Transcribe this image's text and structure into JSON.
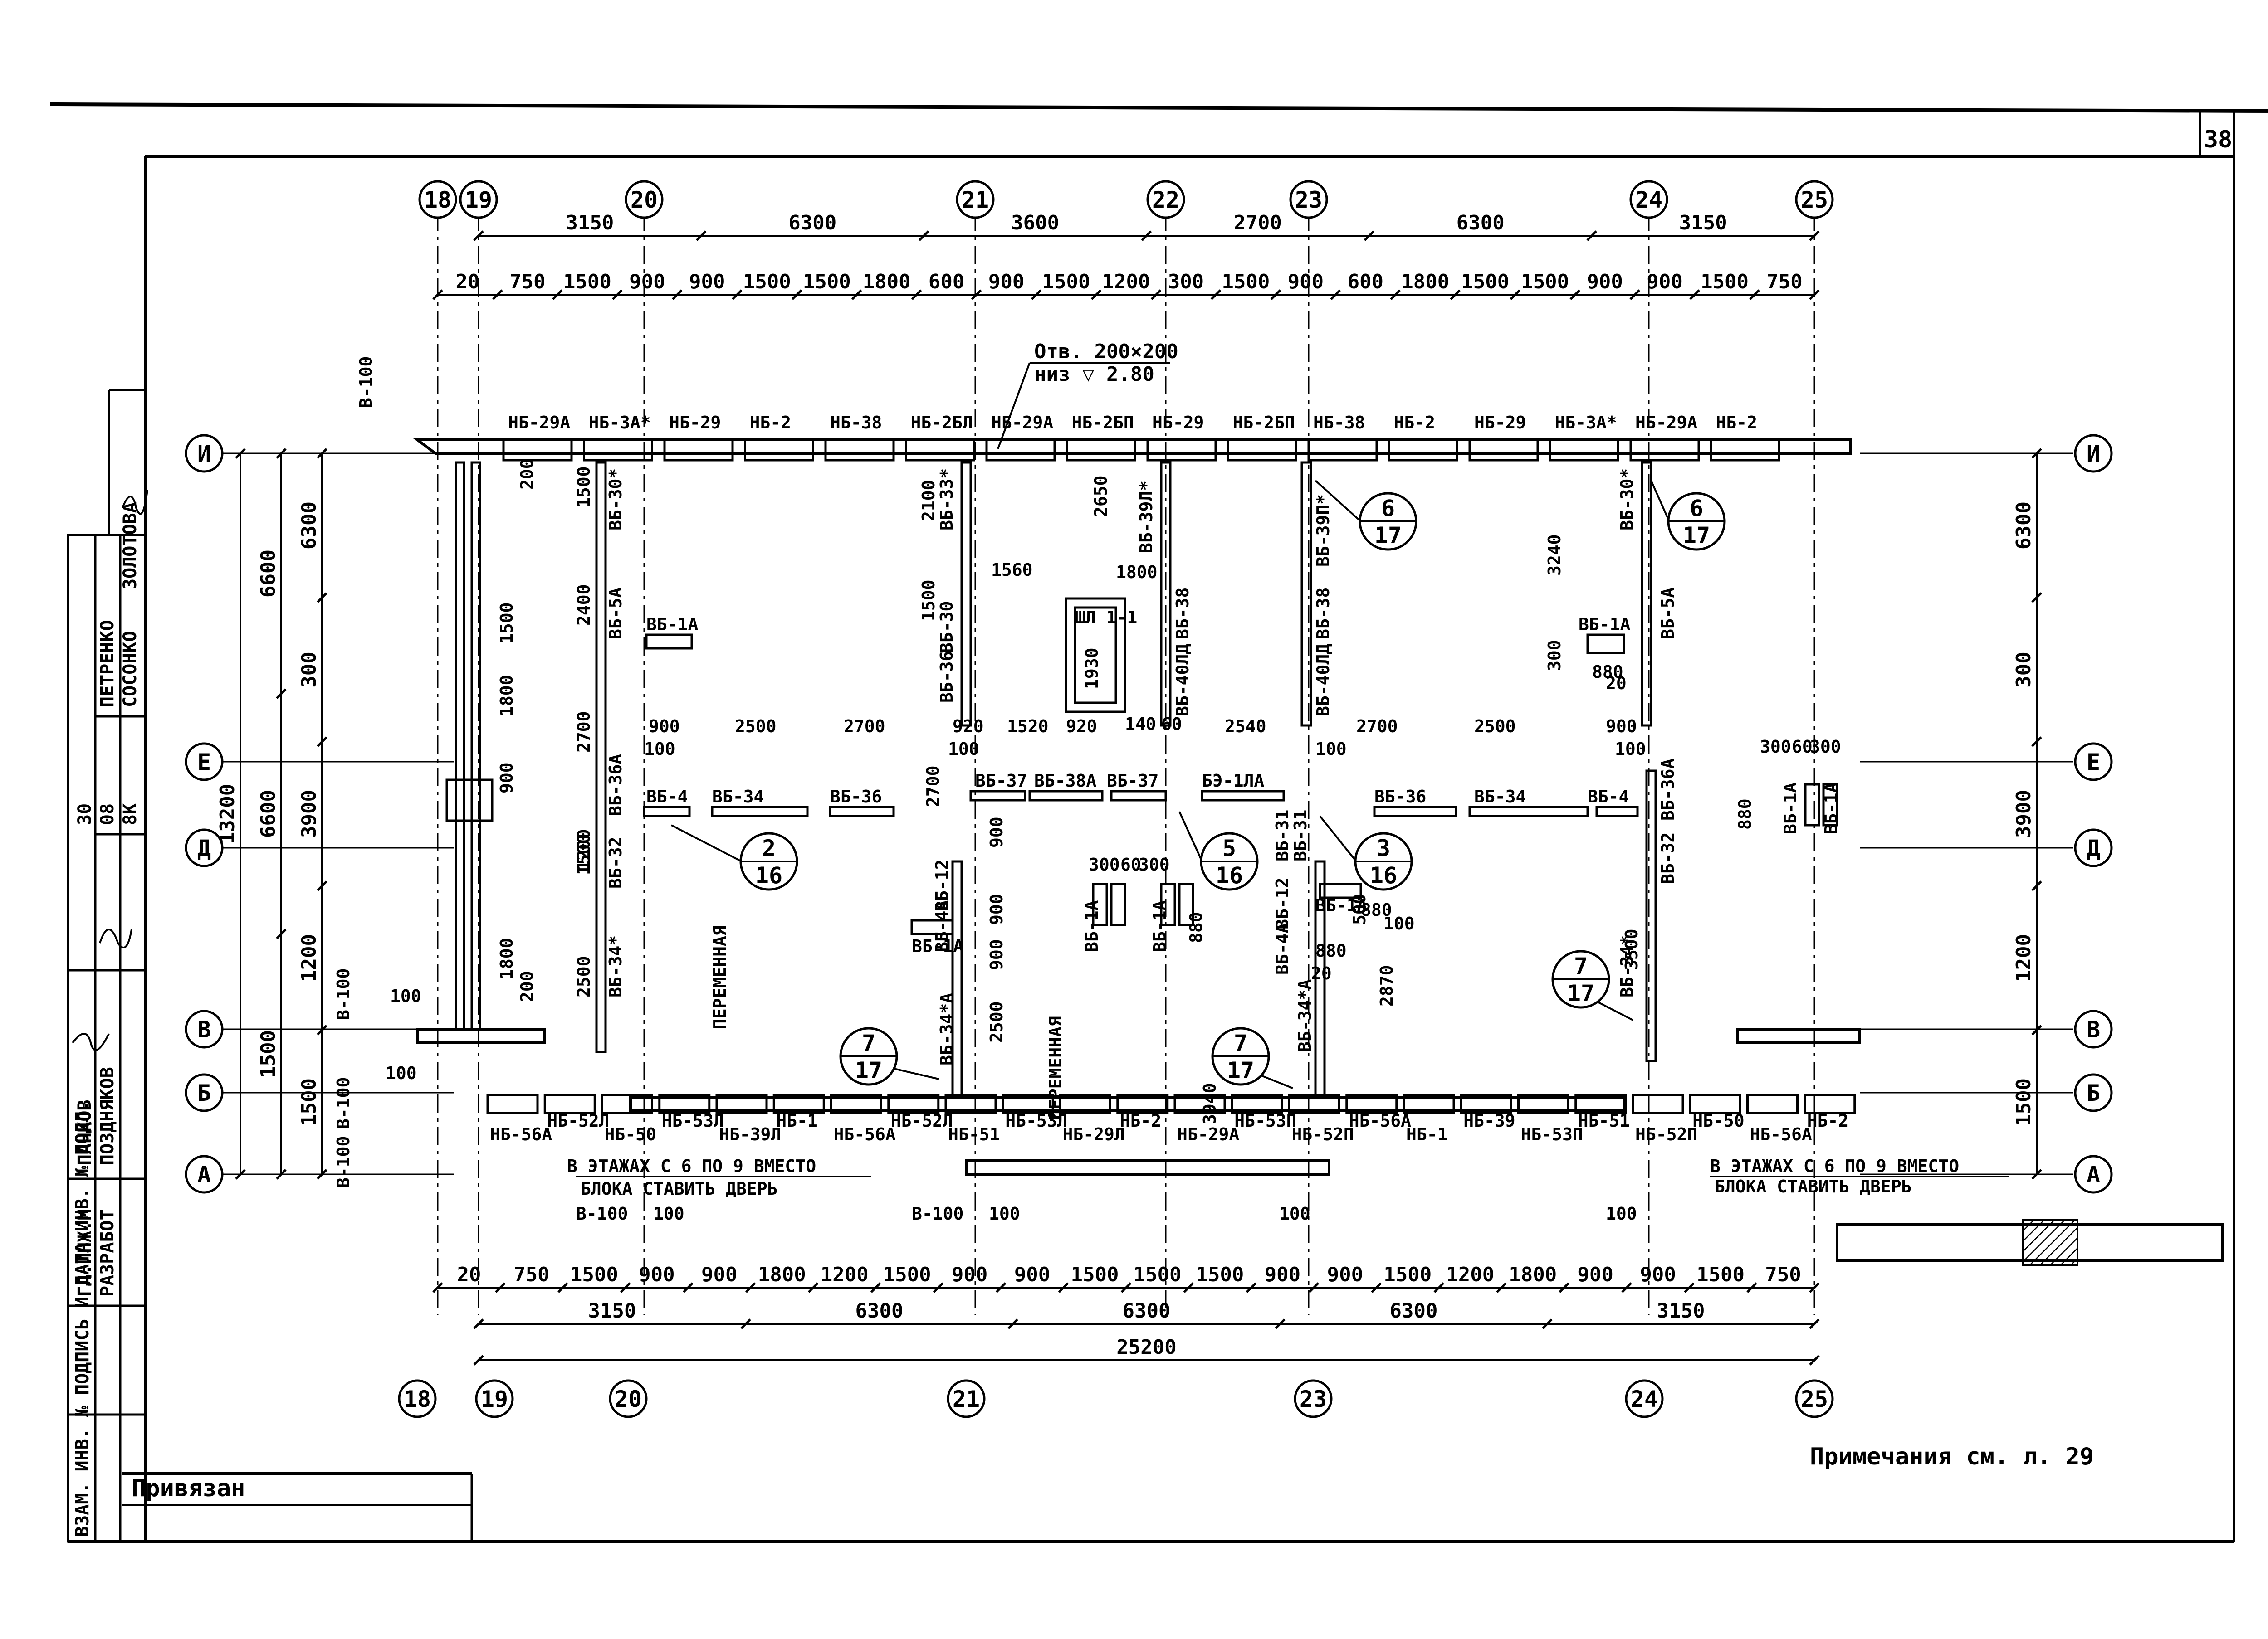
{
  "sheet_number": "38",
  "column_axes": [
    "18",
    "19",
    "20",
    "21",
    "22",
    "23",
    "24",
    "25"
  ],
  "bottom_axes": [
    "18",
    "19",
    "20",
    "21",
    "23",
    "24",
    "25"
  ],
  "row_axes": [
    "И",
    "Е",
    "Д",
    "В",
    "Б",
    "А"
  ],
  "dims": {
    "top_spans": [
      "3150",
      "6300",
      "3600",
      "2700",
      "6300",
      "3150"
    ],
    "top_pieces": [
      "20",
      "750",
      "1500",
      "900",
      "900",
      "1500",
      "1500",
      "1800",
      "600",
      "900",
      "1500",
      "1200",
      "300",
      "1500",
      "900",
      "600",
      "1800",
      "1500",
      "1500",
      "900",
      "900",
      "1500",
      "750"
    ],
    "bottom_pieces": [
      "20",
      "750",
      "1500",
      "900",
      "900",
      "1800",
      "1200",
      "1500",
      "900",
      "900",
      "1500",
      "1500",
      "1500",
      "900",
      "900",
      "1500",
      "1200",
      "1800",
      "900",
      "900",
      "1500",
      "750"
    ],
    "bottom_spans": [
      "3150",
      "6300",
      "6300",
      "6300",
      "3150"
    ],
    "total": "25200",
    "left_outer": [
      "13200"
    ],
    "left_mid": [
      "6600",
      "6600",
      "1500"
    ],
    "left_inner": [
      "6300",
      "300",
      "3900",
      "1200",
      "1500"
    ],
    "right_dims": [
      "6300",
      "300",
      "3900",
      "1200",
      "1500"
    ],
    "b100": [
      "В-100",
      "В-100",
      "В-100",
      "В-100",
      "В-100",
      "В-100"
    ],
    "misc": [
      "100",
      "100",
      "100",
      "100",
      "100",
      "100"
    ]
  },
  "opening": {
    "line1": "Отв. 200×200",
    "line2": "низ ▽ 2.80"
  },
  "top_panels": [
    "НБ-29А",
    "НБ-3А*",
    "НБ-29",
    "НБ-2",
    "НБ-38",
    "НБ-2БЛ",
    "НБ-29А",
    "НБ-2БП",
    "НБ-29",
    "НБ-2БП",
    "НБ-38",
    "НБ-2",
    "НБ-29",
    "НБ-3А*",
    "НБ-29А",
    "НБ-2"
  ],
  "inner_panels": [
    "ВБ-30*",
    "ВБ-5А",
    "ВБ-36А",
    "ВБ-32",
    "ВБ-34*",
    "ВБ-33*",
    "ВБ-30",
    "ВБ-36",
    "ВБ-39Л*",
    "ВБ-38",
    "ВБ-40ЛД",
    "ВБ-39П*",
    "ВБ-38",
    "ВБ-40ЛД",
    "ВБ-30*",
    "ВБ-5А",
    "ВБ-36А",
    "ВБ-32",
    "ВБ-34*",
    "ВБ-4",
    "ВБ-34",
    "ВБ-36",
    "ВБ-37",
    "ВБ-38А",
    "ВБ-37",
    "БЭ-1ЛА",
    "ВБ-36",
    "ВБ-34",
    "ВБ-4",
    "ВБ-12",
    "ВБ-4А",
    "ВБ-34*А",
    "ВБ-31",
    "ВБ-12",
    "ВБ-4А",
    "ВБ-34*А",
    "ВБ-31",
    "ВБ-1А",
    "ВБ-1А",
    "ВБ-1А",
    "ВБ-1А",
    "ВБ-1А",
    "ВБ-1А",
    "ВБ-1А",
    "ВБ-1А",
    "ШЛ 1-1"
  ],
  "bottom_panels": [
    "НБ-56А",
    "НБ-52Л",
    "НБ-50",
    "НБ-53Л",
    "НБ-39Л",
    "НБ-1",
    "НБ-56А",
    "НБ-52Л",
    "НБ-51",
    "НБ-53Л",
    "НБ-29Л",
    "НБ-2",
    "НБ-29А",
    "НБ-53П",
    "НБ-52П",
    "НБ-56А",
    "НБ-1",
    "НБ-39",
    "НБ-53П",
    "НБ-51",
    "НБ-52П",
    "НБ-50",
    "НБ-56А",
    "НБ-2"
  ],
  "inner_dims": [
    "1500",
    "2400",
    "1500",
    "1800",
    "900",
    "1500",
    "1800",
    "200",
    "200",
    "2700",
    "1200",
    "2500",
    "2100",
    "1500",
    "1560",
    "2650",
    "1800",
    "1930",
    "140",
    "60",
    "3240",
    "300",
    "880",
    "20",
    "900",
    "2500",
    "2700",
    "920",
    "1520",
    "920",
    "2540",
    "2700",
    "2500",
    "900",
    "100",
    "100",
    "100",
    "100",
    "2700",
    "900",
    "900",
    "900",
    "2500",
    "3940",
    "300",
    "60",
    "300",
    "880",
    "300",
    "60",
    "300",
    "880",
    "2870",
    "20",
    "880",
    "3500",
    "880",
    "500",
    "100"
  ],
  "variable": [
    "ПЕРЕМЕННАЯ",
    "ПЕРЕМЕННАЯ"
  ],
  "callouts": [
    {
      "top": "2",
      "bot": "16"
    },
    {
      "top": "5",
      "bot": "16"
    },
    {
      "top": "3",
      "bot": "16"
    },
    {
      "top": "6",
      "bot": "17"
    },
    {
      "top": "6",
      "bot": "17"
    },
    {
      "top": "7",
      "bot": "17"
    },
    {
      "top": "7",
      "bot": "17"
    },
    {
      "top": "7",
      "bot": "17"
    }
  ],
  "notes": {
    "door_left_1": "В ЭТАЖАХ С 6 ПО 9 ВМЕСТО",
    "door_left_2": "БЛОКА СТАВИТЬ ДВЕРЬ",
    "door_right_1": "В ЭТАЖАХ С 6 ПО 9 ВМЕСТО",
    "door_right_2": "БЛОКА СТАВИТЬ ДВЕРЬ",
    "remark": "Примечания см. л. 29",
    "bound": "Привязан"
  },
  "stamp": {
    "names": [
      "ПАНКОВ",
      "ПОЗДНЯКОВ",
      "ПЕТРЕНКО",
      "СОСОНКО",
      "ЗОЛОТОВА"
    ],
    "roles": [
      "ГЛ.ИНЖ.М",
      "РАЗРАБОТ",
      "30",
      "08",
      "8К"
    ],
    "vertical": "ВЗАМ. ИНВ. №   ПОДПИСЬ И ДАТА   ИНВ. № ПОДЛ."
  },
  "colors": {
    "ink": "#000000",
    "paper": "#ffffff",
    "hatch": "#000000"
  }
}
